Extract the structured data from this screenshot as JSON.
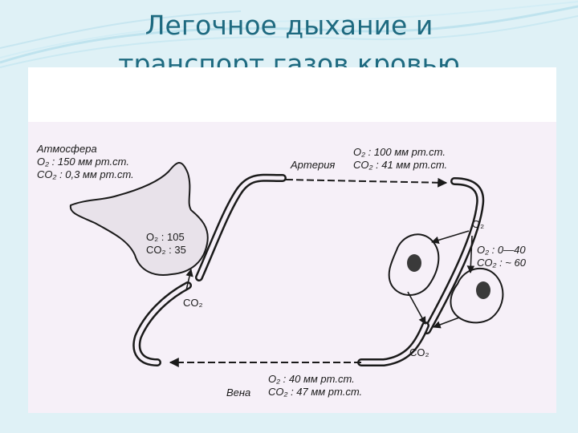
{
  "slide": {
    "title_line1": "Легочное дыхание и",
    "title_line2": "транспорт газов кровью"
  },
  "diagram": {
    "atmosphere": {
      "name": "Атмосфера",
      "o2": "O₂ : 150 мм рт.ст.",
      "co2": "CO₂ : 0,3 мм рт.ст."
    },
    "alveolus": {
      "o2": "O₂ : 105",
      "co2": "CO₂ : 35"
    },
    "artery": {
      "name": "Артерия",
      "o2": "O₂ : 100 мм рт.ст.",
      "co2": "CO₂ : 41 мм рт.ст."
    },
    "tissue": {
      "o2": "O₂ : 0—40",
      "co2": "CO₂ : ~ 60"
    },
    "vein": {
      "name": "Вена",
      "o2": "O₂ : 40 мм рт.ст.",
      "co2": "CO₂ : 47 мм рт.ст."
    },
    "exchange_labels": {
      "co2_lung": "CO₂",
      "o2_tissue": "O₂",
      "co2_tissue": "CO₂"
    }
  },
  "colors": {
    "background": "#dff1f6",
    "title": "#1e6a80",
    "panel": "#ffffff",
    "figure": "#f6f0f8",
    "ink": "#1a1a1a"
  }
}
